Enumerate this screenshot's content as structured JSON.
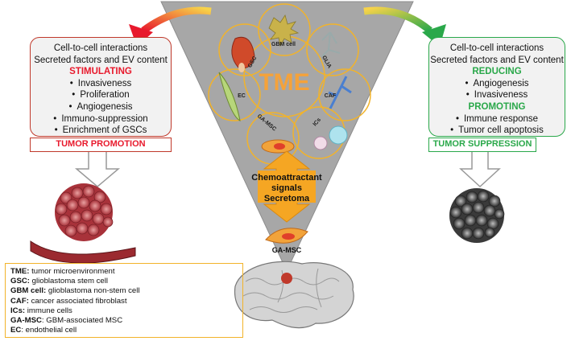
{
  "colors": {
    "triangle_fill": "#a7a7a7",
    "ring": "#f2b32a",
    "tme_text": "#f5a23a",
    "promotion_red": "#e8192c",
    "suppression_green": "#2aa84a",
    "box_fill": "#f2f2f2",
    "arrow_orange": "#f5a623"
  },
  "center": {
    "tme_label": "TME",
    "cells": [
      "GBM cell",
      "GLIA",
      "CAF",
      "ICs",
      "GA-MSC",
      "EC",
      "GSC"
    ],
    "signals": [
      "Chemoattractant",
      "signals",
      "Secretoma"
    ],
    "gamsc_label": "GA-MSC"
  },
  "left": {
    "line1": "Cell-to-cell interactions",
    "line2": "Secreted factors and EV content",
    "heading": "STIMULATING",
    "items": [
      "Invasiveness",
      "Proliferation",
      "Angiogenesis",
      "Immuno-suppression",
      "Enrichment of GSCs"
    ],
    "banner": "TUMOR PROMOTION"
  },
  "right": {
    "line1": "Cell-to-cell interactions",
    "line2": "Secreted factors and EV content",
    "heading1": "REDUCING",
    "items1": [
      "Angiogenesis",
      "Invasiveness"
    ],
    "heading2": "PROMOTING",
    "items2": [
      "Immune response",
      "Tumor cell apoptosis"
    ],
    "banner": "TUMOR SUPPRESSION"
  },
  "legend": [
    {
      "abbr": "TME:",
      "text": "tumor microenvironment"
    },
    {
      "abbr": "GSC:",
      "text": "glioblastoma stem cell"
    },
    {
      "abbr": "GBM cell:",
      "text": "glioblastoma non-stem cell"
    },
    {
      "abbr": "CAF:",
      "text": "cancer associated fibroblast"
    },
    {
      "abbr": "ICs:",
      "text": " immune cells"
    },
    {
      "abbr": "GA-MSC",
      "text": ": GBM-associated MSC"
    },
    {
      "abbr": "EC",
      "text": ":  endothelial cell"
    }
  ]
}
